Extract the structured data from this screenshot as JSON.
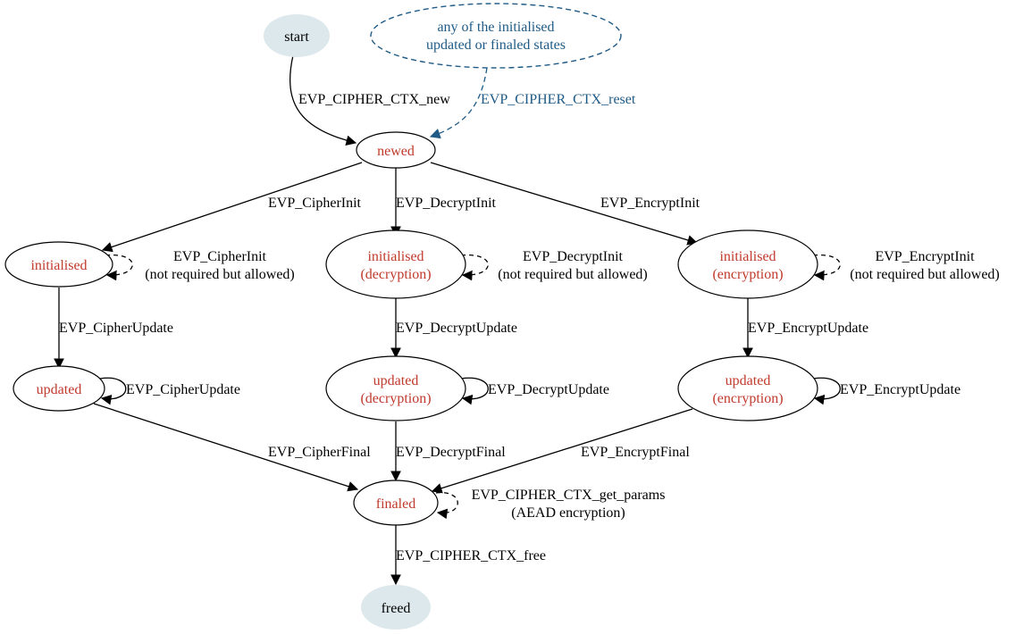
{
  "colors": {
    "state_text": "#c0392b",
    "terminal_fill": "#dde8ec",
    "note_blue": "#1f5b86",
    "edge": "#000000"
  },
  "nodes": {
    "start": "start",
    "note_line1": "any of the initialised",
    "note_line2": "updated or finaled states",
    "newed": "newed",
    "initialised": "initialised",
    "initialised_dec_line1": "initialised",
    "initialised_dec_line2": "(decryption)",
    "initialised_enc_line1": "initialised",
    "initialised_enc_line2": "(encryption)",
    "updated": "updated",
    "updated_dec_line1": "updated",
    "updated_dec_line2": "(decryption)",
    "updated_enc_line1": "updated",
    "updated_enc_line2": "(encryption)",
    "finaled": "finaled",
    "freed": "freed"
  },
  "edges": {
    "ctx_new": "EVP_CIPHER_CTX_new",
    "ctx_reset": "EVP_CIPHER_CTX_reset",
    "cipher_init": "EVP_CipherInit",
    "decrypt_init": "EVP_DecryptInit",
    "encrypt_init": "EVP_EncryptInit",
    "cipher_init_self_line1": "EVP_CipherInit",
    "cipher_init_self_line2": "(not required but allowed)",
    "decrypt_init_self_line1": "EVP_DecryptInit",
    "decrypt_init_self_line2": "(not required but allowed)",
    "encrypt_init_self_line1": "EVP_EncryptInit",
    "encrypt_init_self_line2": "(not required but allowed)",
    "cipher_update": "EVP_CipherUpdate",
    "decrypt_update": "EVP_DecryptUpdate",
    "encrypt_update": "EVP_EncryptUpdate",
    "cipher_update_self": "EVP_CipherUpdate",
    "decrypt_update_self": "EVP_DecryptUpdate",
    "encrypt_update_self": "EVP_EncryptUpdate",
    "cipher_final": "EVP_CipherFinal",
    "decrypt_final": "EVP_DecryptFinal",
    "encrypt_final": "EVP_EncryptFinal",
    "get_params_line1": "EVP_CIPHER_CTX_get_params",
    "get_params_line2": "(AEAD encryption)",
    "ctx_free": "EVP_CIPHER_CTX_free"
  }
}
